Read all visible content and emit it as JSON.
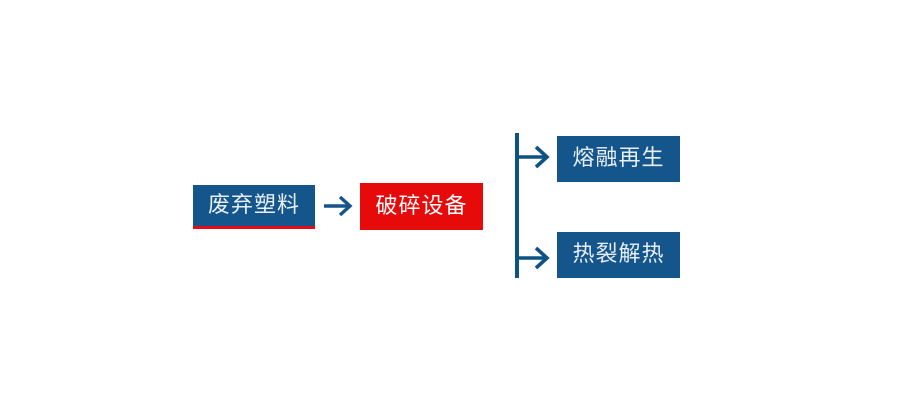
{
  "diagram": {
    "title": "",
    "colors": {
      "node_blue": "#14558C",
      "node_red": "#E60A0A",
      "accent_red": "#E20B16",
      "connector_blue": "#0E5284",
      "text_light": "#E8EEF3",
      "background": "#FFFFFF"
    },
    "nodes": {
      "source": {
        "label": "废弃塑料",
        "type": "input"
      },
      "process": {
        "label": "破碎设备",
        "type": "equipment"
      },
      "outcome_top": {
        "label": "熔融再生",
        "type": "output"
      },
      "outcome_bottom": {
        "label": "热裂解热",
        "type": "output"
      }
    },
    "connectors": {
      "main_arrow": "arrow-right",
      "branch_trunk": "vertical-line",
      "branch_arrow_top": "arrow-right",
      "branch_arrow_bottom": "arrow-right"
    }
  }
}
